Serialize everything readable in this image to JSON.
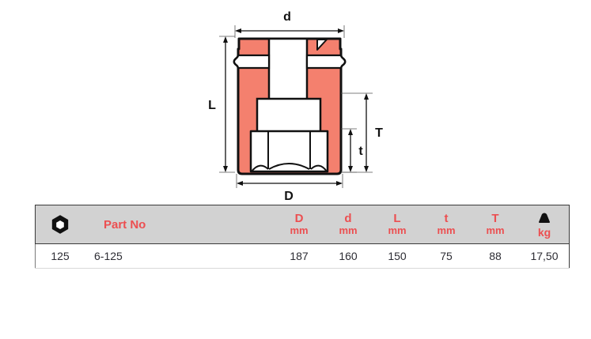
{
  "drawing": {
    "title": "impact-socket-cross-section",
    "dimension_labels": {
      "d": "d",
      "D": "D",
      "L": "L",
      "t": "t",
      "T": "T"
    },
    "colors": {
      "body_fill": "#F4806E",
      "outline": "#1a1a1a",
      "void_fill": "#ffffff"
    }
  },
  "table": {
    "columns": [
      {
        "key": "size",
        "icon": "hex-nut-icon",
        "symbol": "",
        "unit": ""
      },
      {
        "key": "part",
        "icon": "",
        "symbol": "Part No",
        "unit": ""
      },
      {
        "key": "D",
        "icon": "",
        "symbol": "D",
        "unit": "mm"
      },
      {
        "key": "d",
        "icon": "",
        "symbol": "d",
        "unit": "mm"
      },
      {
        "key": "L",
        "icon": "",
        "symbol": "L",
        "unit": "mm"
      },
      {
        "key": "t",
        "icon": "",
        "symbol": "t",
        "unit": "mm"
      },
      {
        "key": "T",
        "icon": "",
        "symbol": "T",
        "unit": "mm"
      },
      {
        "key": "weight",
        "icon": "weight-icon",
        "symbol": "",
        "unit": "kg"
      }
    ],
    "rows": [
      {
        "size": "125",
        "part": "6-125",
        "D": "187",
        "d": "160",
        "L": "150",
        "t": "75",
        "T": "88",
        "weight": "17,50"
      }
    ],
    "colors": {
      "header_bg": "#d2d2d2",
      "header_text": "#ec4f51",
      "body_text": "#2c2c33",
      "border": "#3a3a3a"
    }
  }
}
